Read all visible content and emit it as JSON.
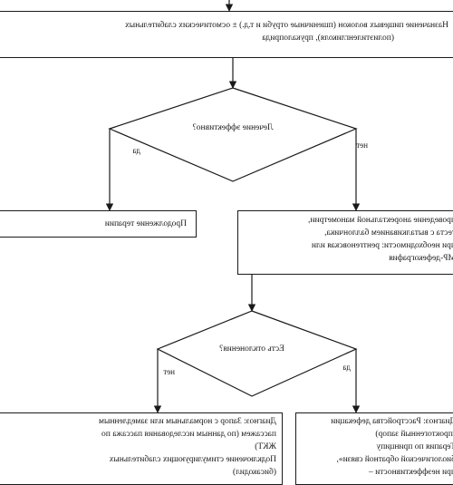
{
  "nodes": {
    "top_box": {
      "lines": [
        "Назначение пищевых волокон (пшеничные отруби и т.д.) ± осмотических слабительных",
        "(полиэтиленгликоля), прукалоприда"
      ]
    },
    "decision_1": {
      "label": "Лечение эффективно?"
    },
    "continue_box": {
      "label": "Продолжение терапии"
    },
    "exam_box": {
      "lines": [
        "проведение аноректальной манометрии,",
        "теста с выталкиванием баллончика,",
        "при необходимости: рентгеновская или",
        "МР-дефекография"
      ]
    },
    "decision_2": {
      "label": "Есть отклонения?"
    },
    "left_diag_box": {
      "lines": [
        "Диагноз: Запор с нормальным или замедленным",
        "пассажем (по данным исследования пассажа по",
        "ЖКТ)",
        "Подключение стимулирующих слабительных",
        "(бисакодил)"
      ]
    },
    "right_diag_box": {
      "lines": [
        "Диагноз: Расстройства дефекации",
        "(проктогенный запор)",
        "Терапия по принципу",
        "биологической обратной связи»,",
        "при неэффективности –"
      ]
    }
  },
  "edges": {
    "d1_yes": "да",
    "d1_no": "нет",
    "d2_no": "нет",
    "d2_yes": "да"
  },
  "colors": {
    "line": "#1a1a1a",
    "background": "#ffffff"
  }
}
